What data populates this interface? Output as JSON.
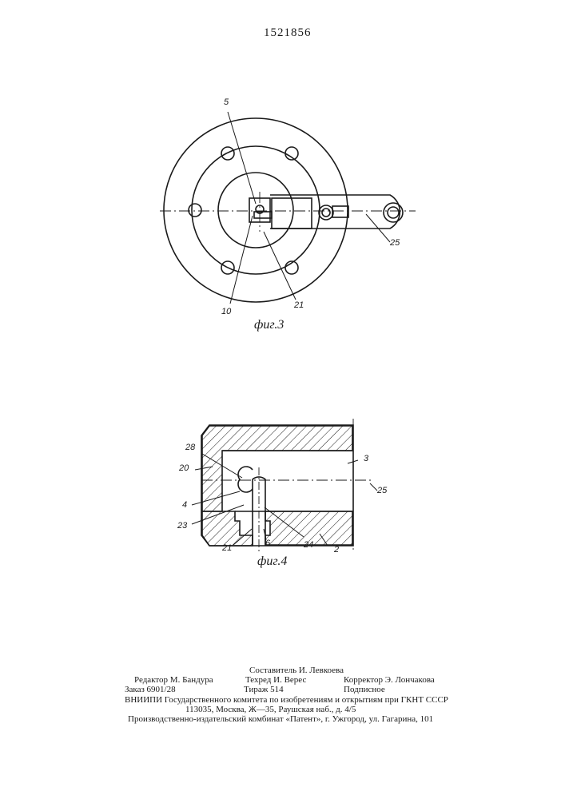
{
  "header": {
    "patent_number": "1521856"
  },
  "fig3": {
    "caption": "фиг.3",
    "labels": {
      "l5": "5",
      "l10": "10",
      "l21": "21",
      "l25": "25"
    }
  },
  "fig4": {
    "caption": "фиг.4",
    "labels": {
      "l28": "28",
      "l20": "20",
      "l3": "3",
      "l25": "25",
      "l4": "4",
      "l23": "23",
      "l21": "21",
      "l6": "6",
      "l24": "24",
      "l2": "2"
    }
  },
  "imprint": {
    "compiler": "Составитель И. Левкоева",
    "editor": "Редактор М. Бандура",
    "techred": "Техред И. Верес",
    "corrector": "Корректор Э. Лончакова",
    "order": "Заказ 6901/28",
    "circulation": "Тираж 514",
    "subscription": "Подписное",
    "org": "ВНИИПИ Государственного комитета по изобретениям и открытиям при ГКНТ СССР",
    "address": "113035, Москва, Ж—35, Раушская наб., д. 4/5",
    "printer": "Производственно-издательский комбинат «Патент», г. Ужгород, ул. Гагарина, 101"
  }
}
